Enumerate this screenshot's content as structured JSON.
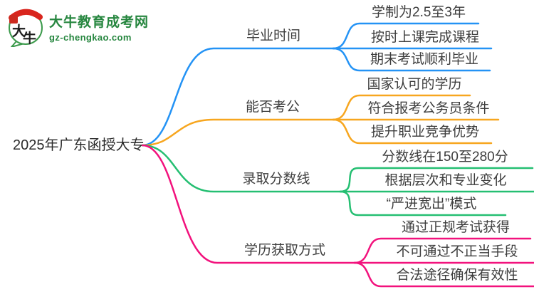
{
  "logo": {
    "char1": "大",
    "char2": "牛",
    "title": "大牛教育成考网",
    "domain": "gz-chengkao.com",
    "title_color": "#26863f",
    "bubble_border_color": "#3c9a4c",
    "arc_color": "#d9251d",
    "seal_color": "#cc2a1f"
  },
  "root": {
    "label": "2025年广东函授大专"
  },
  "branches": [
    {
      "label": "毕业时间",
      "color": "#2493f5",
      "children": [
        "学制为2.5至3年",
        "按时上课完成课程",
        "期末考试顺利毕业"
      ]
    },
    {
      "label": "能否考公",
      "color": "#f7a61f",
      "children": [
        "国家认可的学历",
        "符合报考公务员条件",
        "提升职业竞争优势"
      ]
    },
    {
      "label": "录取分数线",
      "color": "#25bf72",
      "children": [
        "分数线在150至280分",
        "根据层次和专业变化",
        "“严进宽出”模式"
      ]
    },
    {
      "label": "学历获取方式",
      "color": "#f2127d",
      "children": [
        "通过正规考试获得",
        "不可通过不正当手段",
        "合法途径确保有效性"
      ]
    }
  ]
}
